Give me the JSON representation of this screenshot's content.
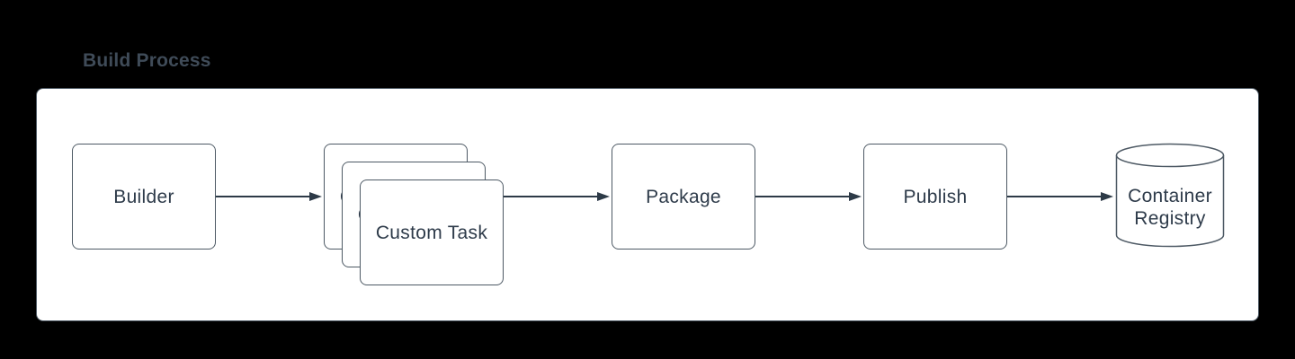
{
  "diagram": {
    "type": "flowchart",
    "title": "Build Process",
    "nodes": {
      "builder": {
        "label": "Builder",
        "shape": "rectangle"
      },
      "custom_task": {
        "label": "Custom Task",
        "shape": "stacked-rectangles",
        "stack_count": 3
      },
      "package": {
        "label": "Package",
        "shape": "rectangle"
      },
      "publish": {
        "label": "Publish",
        "shape": "rectangle"
      },
      "container_registry": {
        "label": "Container Registry",
        "shape": "cylinder"
      }
    },
    "edges": [
      {
        "from": "builder",
        "to": "custom_task",
        "style": "solid-arrow"
      },
      {
        "from": "custom_task",
        "to": "package",
        "style": "solid-arrow"
      },
      {
        "from": "package",
        "to": "publish",
        "style": "solid-arrow"
      },
      {
        "from": "publish",
        "to": "container_registry",
        "style": "solid-arrow"
      }
    ]
  },
  "colors": {
    "background": "#000000",
    "panel_fill": "#ffffff",
    "panel_border": "#4d5964",
    "node_fill": "#ffffff",
    "node_border": "#4d5964",
    "arrow": "#2d3a47",
    "node_text": "#2e3b4a",
    "title_text": "#3f4b58"
  }
}
